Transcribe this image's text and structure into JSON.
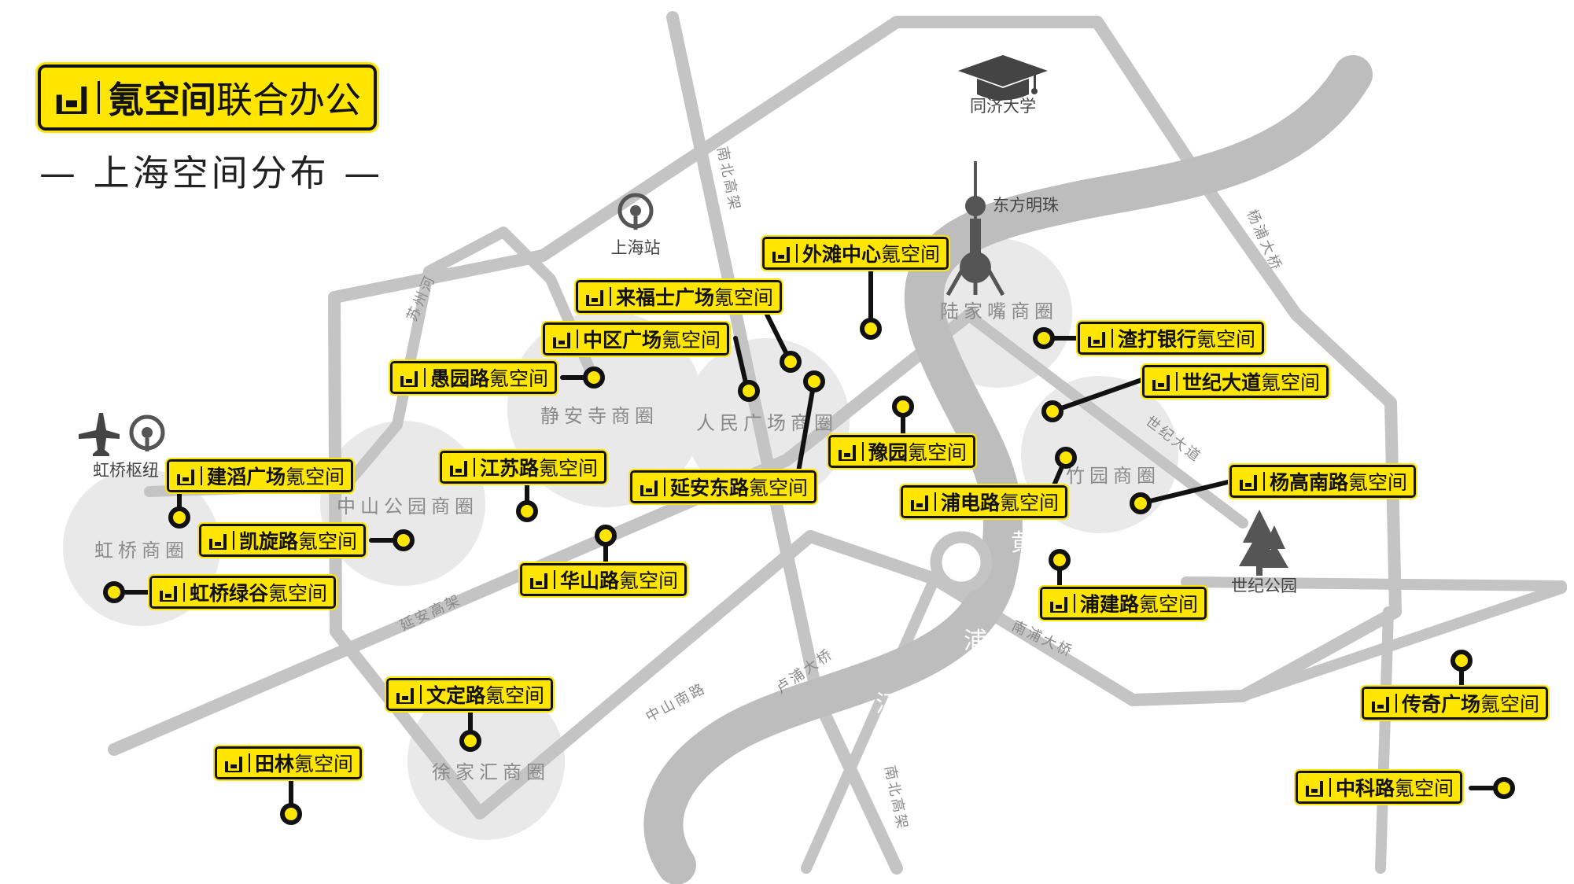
{
  "brand": {
    "name": "氪空间",
    "tagline": "联合办公"
  },
  "subtitle": "— 上海空间分布 —",
  "colors": {
    "accent": "#ffe600",
    "ink": "#111111",
    "road": "#c4c4c4",
    "zone": "#e9e9e9"
  },
  "districts": {
    "hongqiao": "虹桥商圈",
    "zhongshan": "中山公园商圈",
    "jingan": "静安寺商圈",
    "renmin": "人民广场商圈",
    "lujiazui": "陆家嘴商圈",
    "zhuyuan": "竹园商圈",
    "xujiahui": "徐家汇商圈"
  },
  "roads": {
    "nanbei_top": "南北高架",
    "nanbei_bottom": "南北高架",
    "suzhou_river": "苏州河",
    "yanan_elevated": "延安高架",
    "zhongshan_south": "中山南路",
    "lupu_bridge": "卢浦大桥",
    "nanpu_bridge": "南浦大桥",
    "century_avenue": "世纪大道",
    "yangpu_bridge": "杨浦大桥"
  },
  "river": {
    "huang": "黄",
    "pu": "浦",
    "jiang": "江"
  },
  "landmarks": {
    "tongji": {
      "label": "同济大学",
      "icon": "graduation-cap-icon"
    },
    "pearl": {
      "label": "东方明珠",
      "icon": "tv-tower-icon"
    },
    "station": {
      "label": "上海站",
      "icon": "railway-station-icon"
    },
    "hongqiao_hub": {
      "label": "虹桥枢纽",
      "icon": "airplane-icon"
    },
    "century_park": {
      "label": "世纪公园",
      "icon": "pine-tree-icon"
    }
  },
  "locations": [
    {
      "name": "外滩中心",
      "suffix": "氪空间"
    },
    {
      "name": "来福士广场",
      "suffix": "氪空间"
    },
    {
      "name": "中区广场",
      "suffix": "氪空间"
    },
    {
      "name": "愚园路",
      "suffix": "氪空间"
    },
    {
      "name": "渣打银行",
      "suffix": "氪空间"
    },
    {
      "name": "世纪大道",
      "suffix": "氪空间"
    },
    {
      "name": "豫园",
      "suffix": "氪空间"
    },
    {
      "name": "江苏路",
      "suffix": "氪空间"
    },
    {
      "name": "建滔广场",
      "suffix": "氪空间"
    },
    {
      "name": "延安东路",
      "suffix": "氪空间"
    },
    {
      "name": "浦电路",
      "suffix": "氪空间"
    },
    {
      "name": "杨高南路",
      "suffix": "氪空间"
    },
    {
      "name": "凯旋路",
      "suffix": "氪空间"
    },
    {
      "name": "虹桥绿谷",
      "suffix": "氪空间"
    },
    {
      "name": "华山路",
      "suffix": "氪空间"
    },
    {
      "name": "浦建路",
      "suffix": "氪空间"
    },
    {
      "name": "文定路",
      "suffix": "氪空间"
    },
    {
      "name": "传奇广场",
      "suffix": "氪空间"
    },
    {
      "name": "田林",
      "suffix": "氪空间"
    },
    {
      "name": "中科路",
      "suffix": "氪空间"
    }
  ]
}
